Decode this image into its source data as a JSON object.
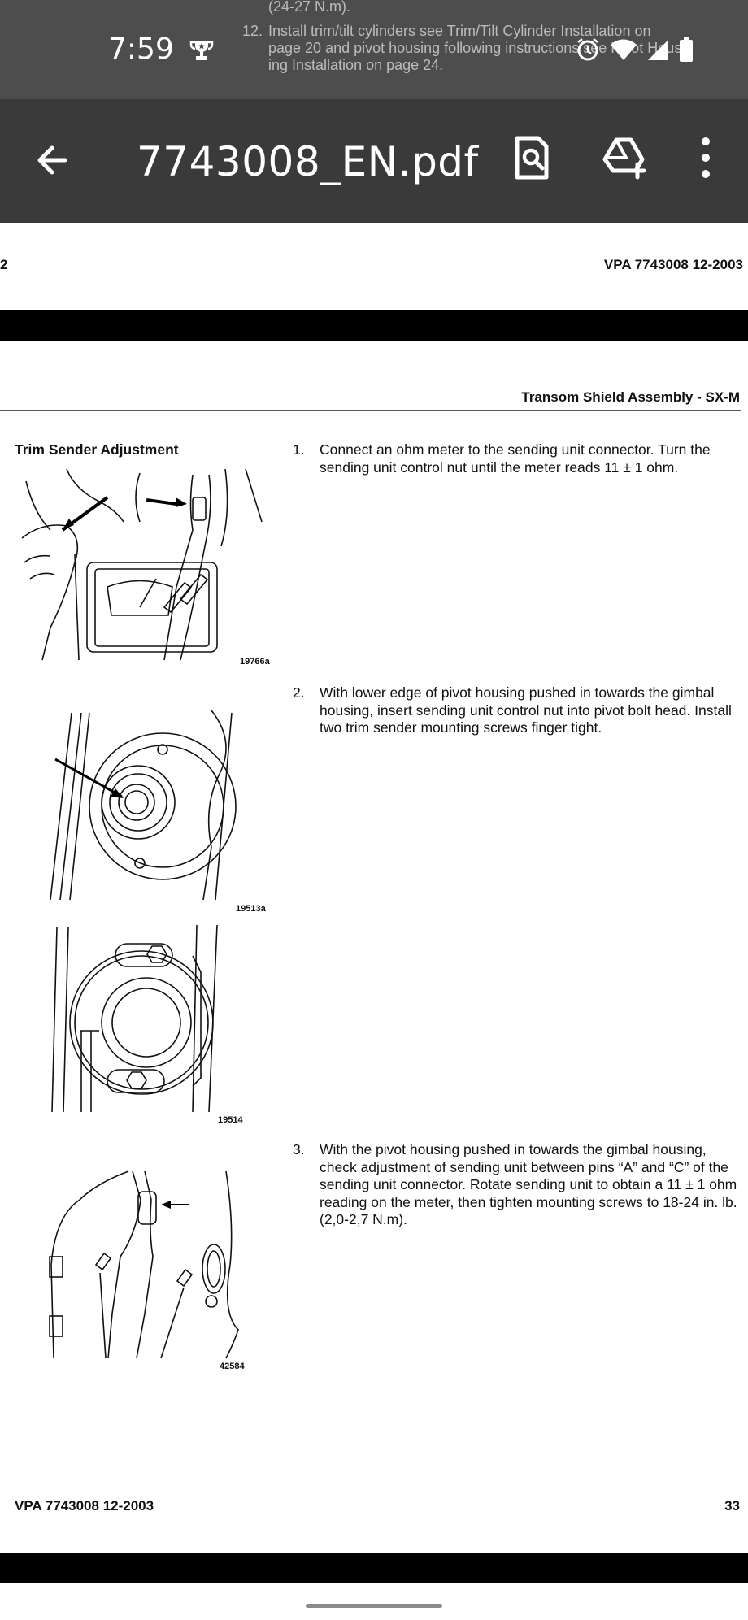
{
  "status_bar": {
    "time": "7:59",
    "icons": [
      "trophy-icon",
      "alarm-icon",
      "wifi-icon",
      "signal-icon",
      "battery-icon"
    ]
  },
  "underlying_text": {
    "line0": "(24-27 N.m).",
    "item_num": "12.",
    "line1": "Install trim/tilt cylinders see Trim/Tilt Cylinder Installation on",
    "line2": "page 20 and pivot housing following instructions see Pivot Hous-",
    "line3": "ing Installation on page 24."
  },
  "toolbar": {
    "title": "7743008_EN.pdf",
    "back_icon": "arrow-left-icon",
    "search_icon": "document-search-icon",
    "drive_icon": "drive-add-icon",
    "more_icon": "more-vert-icon"
  },
  "page_top": {
    "left_number": "2",
    "right_header": "VPA 7743008 12-2003"
  },
  "page": {
    "section_title": "Transom Shield Assembly - SX-M",
    "left_heading": "Trim Sender Adjustment",
    "steps": [
      {
        "num": "1.",
        "text": "Connect an ohm meter to the sending unit connector. Turn the sending unit control nut until the meter reads 11 ± 1 ohm."
      },
      {
        "num": "2.",
        "text": "With lower edge of pivot housing pushed in towards the gimbal housing, insert sending unit control nut into pivot bolt head. Install two trim sender mounting screws finger tight."
      },
      {
        "num": "3.",
        "text": "With the pivot housing pushed in towards the gimbal housing, check adjustment of sending unit between pins “A” and “C” of the sending unit connector. Rotate sending unit to obtain a 11 ± 1 ohm reading on the meter, then tighten mounting screws to 18-24 in. lb. (2,0-2,7 N.m)."
      }
    ],
    "figures": [
      "19766a",
      "19513a",
      "19514",
      "42584"
    ],
    "footer_left": "VPA  7743008 12-2003",
    "footer_right": "33"
  },
  "colors": {
    "status_bg": "#4d4d4d",
    "toolbar_bg": "#3a3a3a",
    "page_bg": "#ffffff",
    "bar_black": "#000000"
  }
}
